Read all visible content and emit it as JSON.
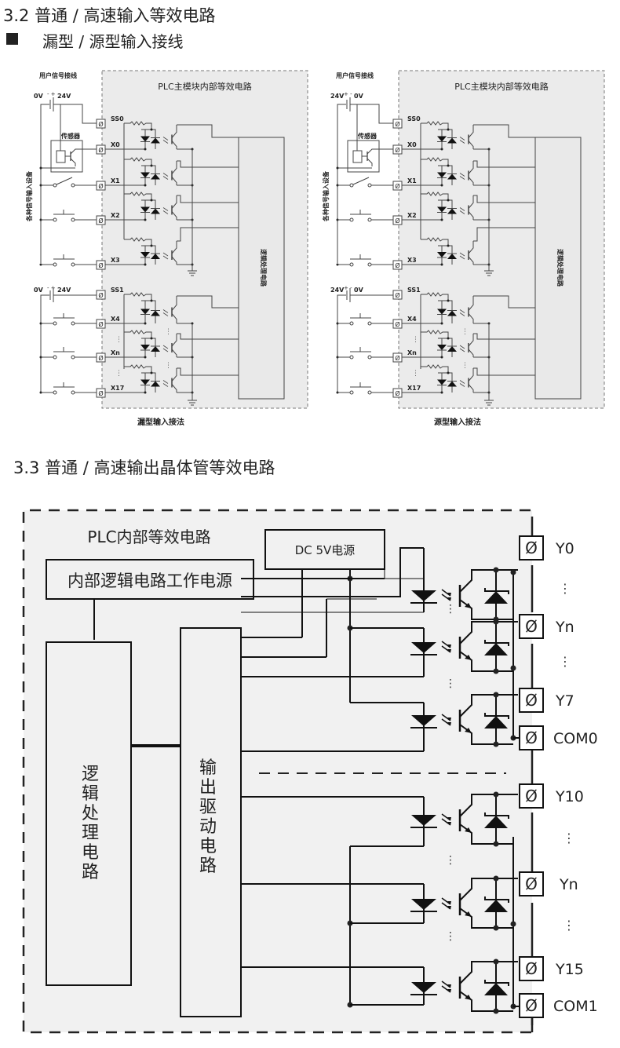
{
  "section_32": {
    "title": "3.2 普通 / 高速输入等效电路",
    "subtitle": "漏型 / 源型输入接线",
    "bullet_icon": "square-bullet-icon"
  },
  "input_diagrams": [
    {
      "id": "sink",
      "caption": "漏型输入接法",
      "user_wiring_label": "用户信号接线",
      "internal_label": "PLC主模块内部等效电路",
      "logic_box_label": "逻辑处理电路",
      "device_label": "各种信号输入设备",
      "sensor_label": "传感器",
      "supply_top": {
        "left": "0V",
        "polarity_left": "-",
        "polarity_right": "+",
        "right": "24V"
      },
      "supply_bottom": {
        "left": "0V",
        "polarity_left": "-",
        "polarity_right": "+",
        "right": "24V"
      },
      "terminals": [
        "SS0",
        "X0",
        "X1",
        "X2",
        "X3",
        "SS1",
        "X4",
        "Xn",
        "X17"
      ],
      "ellipsis": "⋮"
    },
    {
      "id": "source",
      "caption": "源型输入接法",
      "user_wiring_label": "用户信号接线",
      "internal_label": "PLC主模块内部等效电路",
      "logic_box_label": "逻辑处理电路",
      "device_label": "各种信号输入设备",
      "sensor_label": "传感器",
      "supply_top": {
        "left": "24V",
        "polarity_left": "+",
        "polarity_right": "-",
        "right": "0V"
      },
      "supply_bottom": {
        "left": "24V",
        "polarity_left": "+",
        "polarity_right": "-",
        "right": "0V"
      },
      "terminals": [
        "SS0",
        "X0",
        "X1",
        "X2",
        "X3",
        "SS1",
        "X4",
        "Xn",
        "X17"
      ],
      "ellipsis": "⋮"
    }
  ],
  "section_33": {
    "title": "3.3 普通 / 高速输出晶体管等效电路"
  },
  "output_diagram": {
    "internal_label": "PLC内部等效电路",
    "power_box_label": "内部逻辑电路工作电源",
    "dc_supply_label": "DC 5V电源",
    "logic_box_label": [
      "逻",
      "辑",
      "处",
      "理",
      "电",
      "路"
    ],
    "driver_box_label": [
      "输",
      "出",
      "驱",
      "动",
      "电",
      "路"
    ],
    "terminals_group1": [
      "Y0",
      "Yn",
      "Y7",
      "COM0"
    ],
    "terminals_group2": [
      "Y10",
      "Yn",
      "Y15",
      "COM1"
    ],
    "terminal_symbol": "Ø",
    "ellipsis": "⋮"
  },
  "colors": {
    "line": "#1a1a1a",
    "internal_bg": "#ebebeb",
    "output_bg": "#f1f1f1",
    "dash": "#777777"
  }
}
